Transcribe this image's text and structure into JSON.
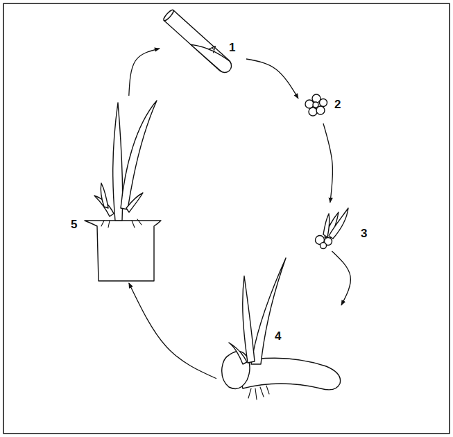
{
  "diagram": {
    "nodes": [
      {
        "text": [
          "1"
        ]
      },
      {
        "text": [
          "2"
        ]
      },
      {
        "text": [
          "3"
        ]
      },
      {
        "text": [
          "4"
        ]
      },
      {
        "text": [
          "5"
        ]
      }
    ],
    "edges": [
      {
        "from": 0,
        "to": 1,
        "arrow": "to"
      },
      {
        "from": 1,
        "to": 2,
        "arrow": "to"
      },
      {
        "from": 2,
        "to": 3,
        "arrow": "to"
      },
      {
        "from": 3,
        "to": 4,
        "arrow": "to"
      },
      {
        "from": 4,
        "to": 0,
        "arrow": "to"
      }
    ]
  }
}
